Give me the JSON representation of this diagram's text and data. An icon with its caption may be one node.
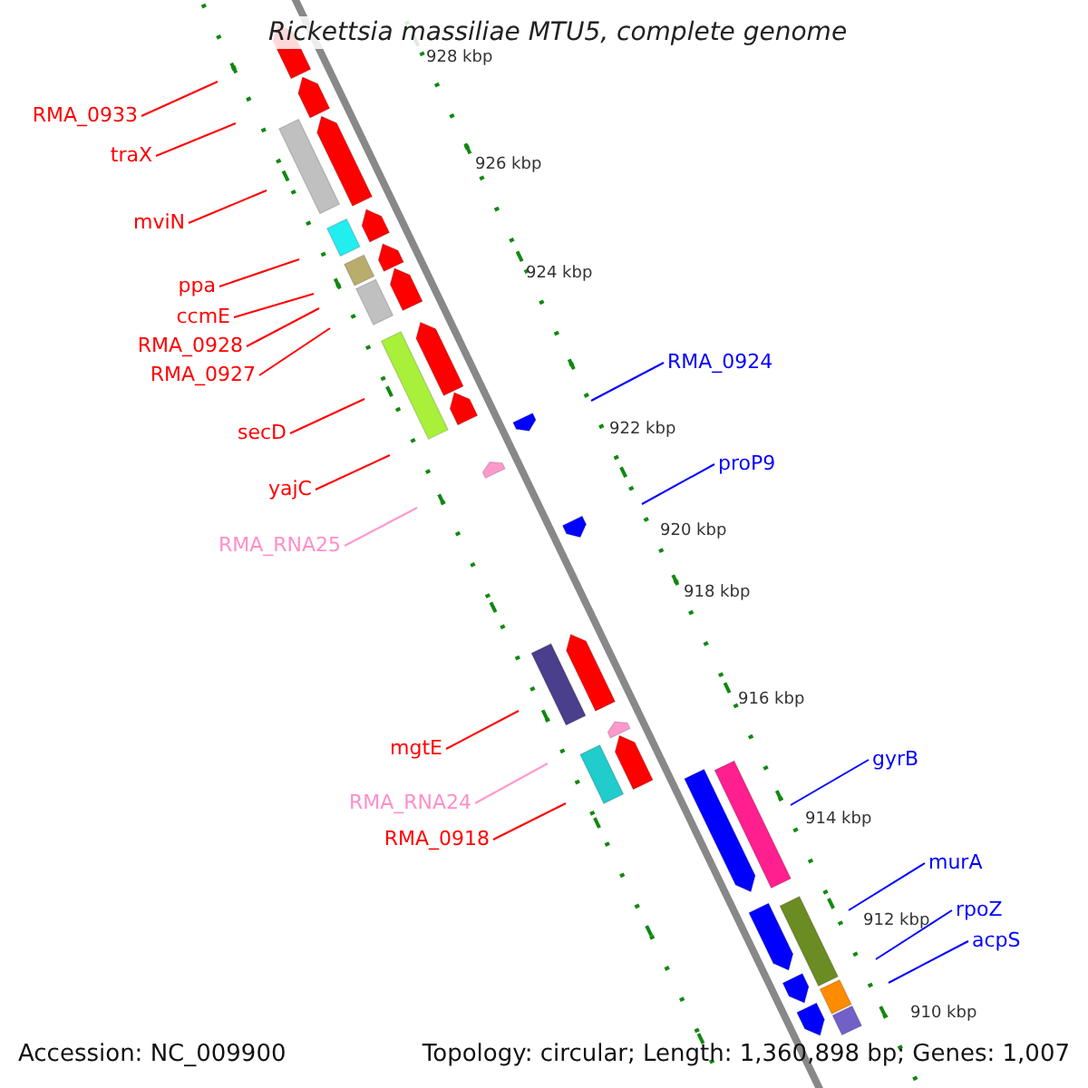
{
  "diagram": {
    "title": "Rickettsia massiliae MTU5, complete genome",
    "nodes": [
      {
        "text": [
          "RMA_0933"
        ]
      },
      {
        "text": [
          "traX"
        ]
      },
      {
        "text": [
          "mviN"
        ]
      },
      {
        "text": [
          "ppa"
        ]
      },
      {
        "text": [
          "ccmE"
        ]
      },
      {
        "text": [
          "RMA_0928"
        ]
      },
      {
        "text": [
          "RMA_0927"
        ]
      },
      {
        "text": [
          "secD"
        ]
      },
      {
        "text": [
          "yajC"
        ]
      },
      {
        "text": [
          "RMA_RNA25"
        ]
      },
      {
        "text": [
          "RMA_0924"
        ]
      },
      {
        "text": [
          "proP9"
        ]
      },
      {
        "text": [
          "mgtE"
        ]
      },
      {
        "text": [
          "RMA_RNA24"
        ]
      },
      {
        "text": [
          "RMA_0918"
        ]
      },
      {
        "text": [
          "gyrB"
        ]
      },
      {
        "text": [
          "murA"
        ]
      },
      {
        "text": [
          "rpoZ"
        ]
      },
      {
        "text": [
          "acpS"
        ]
      }
    ],
    "edges": [
      {
        "from": 0,
        "to": null,
        "arrow": "none"
      },
      {
        "from": 1,
        "to": null,
        "arrow": "none"
      },
      {
        "from": 2,
        "to": null,
        "arrow": "none"
      },
      {
        "from": 3,
        "to": null,
        "arrow": "none"
      },
      {
        "from": 4,
        "to": null,
        "arrow": "none"
      },
      {
        "from": 5,
        "to": null,
        "arrow": "none"
      },
      {
        "from": 6,
        "to": null,
        "arrow": "none"
      },
      {
        "from": 7,
        "to": null,
        "arrow": "none"
      },
      {
        "from": 8,
        "to": null,
        "arrow": "none"
      },
      {
        "from": 9,
        "to": null,
        "arrow": "none",
        "color": "#ff99cc"
      },
      {
        "from": 10,
        "to": null,
        "arrow": "none",
        "color": "#0000ff"
      },
      {
        "from": 11,
        "to": null,
        "arrow": "none",
        "color": "#0000ff"
      },
      {
        "from": 12,
        "to": null,
        "arrow": "none"
      },
      {
        "from": 13,
        "to": null,
        "arrow": "none",
        "color": "#ff99cc"
      },
      {
        "from": 14,
        "to": null,
        "arrow": "none"
      },
      {
        "from": 15,
        "to": null,
        "arrow": "none",
        "color": "#0000ff"
      },
      {
        "from": 16,
        "to": null,
        "arrow": "none",
        "color": "#0000ff"
      },
      {
        "from": 17,
        "to": null,
        "arrow": "none",
        "color": "#0000ff"
      },
      {
        "from": 18,
        "to": null,
        "arrow": "none",
        "color": "#0000ff"
      }
    ],
    "labels": [
      "928 kbp",
      "926 kbp",
      "924 kbp",
      "922 kbp",
      "920 kbp",
      "918 kbp",
      "916 kbp",
      "914 kbp",
      "912 kbp",
      "910 kbp",
      "Accession: NC_009900",
      "Topology: circular; Length: 1,360,898 bp; Genes: 1,007"
    ]
  }
}
